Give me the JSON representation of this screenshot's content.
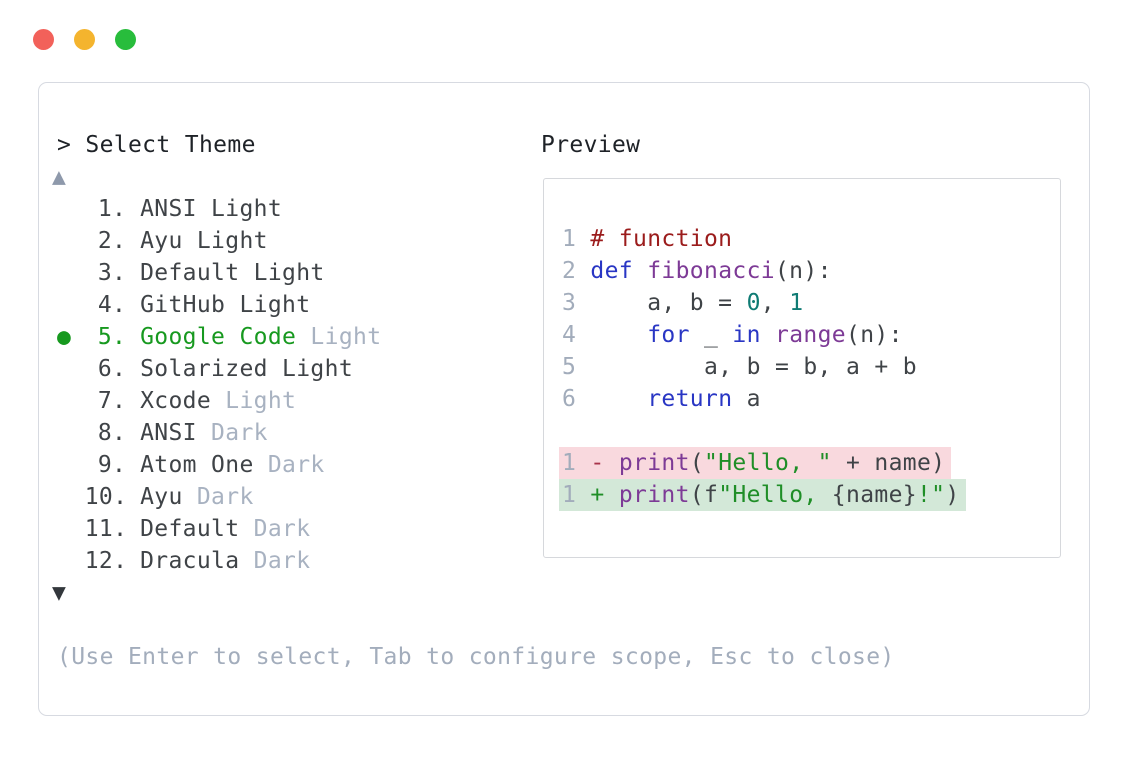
{
  "window": {
    "controls": [
      {
        "name": "close",
        "color": "#f2615a"
      },
      {
        "name": "minimize",
        "color": "#f4b42e"
      },
      {
        "name": "zoom",
        "color": "#28bd3c"
      }
    ]
  },
  "picker": {
    "title": "> Select Theme",
    "scroll_up_symbol": "▲",
    "scroll_down_symbol": "▼",
    "selected_marker": "●",
    "items": [
      {
        "num": "1.",
        "name": "ANSI Light",
        "suffix": "",
        "selected": false
      },
      {
        "num": "2.",
        "name": "Ayu Light",
        "suffix": "",
        "selected": false
      },
      {
        "num": "3.",
        "name": "Default Light",
        "suffix": "",
        "selected": false
      },
      {
        "num": "4.",
        "name": "GitHub Light",
        "suffix": "",
        "selected": false
      },
      {
        "num": "5.",
        "name": "Google Code",
        "suffix": "Light",
        "selected": true
      },
      {
        "num": "6.",
        "name": "Solarized Light",
        "suffix": "",
        "selected": false
      },
      {
        "num": "7.",
        "name": "Xcode",
        "suffix": "Light",
        "selected": false
      },
      {
        "num": "8.",
        "name": "ANSI",
        "suffix": "Dark",
        "selected": false
      },
      {
        "num": "9.",
        "name": "Atom One",
        "suffix": "Dark",
        "selected": false
      },
      {
        "num": "10.",
        "name": "Ayu",
        "suffix": "Dark",
        "selected": false
      },
      {
        "num": "11.",
        "name": "Default",
        "suffix": "Dark",
        "selected": false
      },
      {
        "num": "12.",
        "name": "Dracula",
        "suffix": "Dark",
        "selected": false
      }
    ],
    "help": "(Use Enter to select, Tab to configure scope, Esc to close)"
  },
  "preview": {
    "label": "Preview",
    "lines": [
      {
        "type": "code",
        "tokens": [
          [
            "ln",
            "1 "
          ],
          [
            "com",
            "# function"
          ]
        ]
      },
      {
        "type": "code",
        "tokens": [
          [
            "ln",
            "2 "
          ],
          [
            "kw",
            "def"
          ],
          [
            "def",
            " "
          ],
          [
            "fn",
            "fibonacci"
          ],
          [
            "def",
            "(n):"
          ]
        ]
      },
      {
        "type": "code",
        "tokens": [
          [
            "ln",
            "3 "
          ],
          [
            "def",
            "    a, b = "
          ],
          [
            "num",
            "0"
          ],
          [
            "def",
            ", "
          ],
          [
            "num",
            "1"
          ]
        ]
      },
      {
        "type": "code",
        "tokens": [
          [
            "ln",
            "4 "
          ],
          [
            "def",
            "    "
          ],
          [
            "kw",
            "for"
          ],
          [
            "def",
            " _ "
          ],
          [
            "kw",
            "in"
          ],
          [
            "def",
            " "
          ],
          [
            "fn",
            "range"
          ],
          [
            "def",
            "(n):"
          ]
        ]
      },
      {
        "type": "code",
        "tokens": [
          [
            "ln",
            "5 "
          ],
          [
            "def",
            "        a, b = b, a + b"
          ]
        ]
      },
      {
        "type": "code",
        "tokens": [
          [
            "ln",
            "6 "
          ],
          [
            "def",
            "    "
          ],
          [
            "kw",
            "return"
          ],
          [
            "def",
            " a"
          ]
        ]
      },
      {
        "type": "blank",
        "tokens": []
      },
      {
        "type": "removed",
        "tokens": [
          [
            "ln",
            "1 "
          ],
          [
            "del",
            "- "
          ],
          [
            "fn",
            "print"
          ],
          [
            "def",
            "("
          ],
          [
            "str",
            "\"Hello, \""
          ],
          [
            "def",
            " + name)"
          ]
        ]
      },
      {
        "type": "added",
        "tokens": [
          [
            "ln",
            "1 "
          ],
          [
            "add",
            "+ "
          ],
          [
            "fn",
            "print"
          ],
          [
            "def",
            "(f"
          ],
          [
            "str",
            "\"Hello, "
          ],
          [
            "def",
            "{name}"
          ],
          [
            "str",
            "!\""
          ],
          [
            "def",
            ")"
          ]
        ]
      }
    ]
  },
  "colors": {
    "selected_green": "#17991f",
    "muted_gray_blue": "#a8b2c1",
    "comment_red": "#9b1c1c",
    "keyword_blue": "#2936c4",
    "function_purple": "#7d3a96",
    "number_teal": "#0f7b74",
    "string_green": "#1f8e27",
    "diff_minus_red": "#a8334a",
    "removed_bg": "#f9d9de",
    "added_bg": "#d3e8d8",
    "panel_border": "#d7dae1"
  }
}
